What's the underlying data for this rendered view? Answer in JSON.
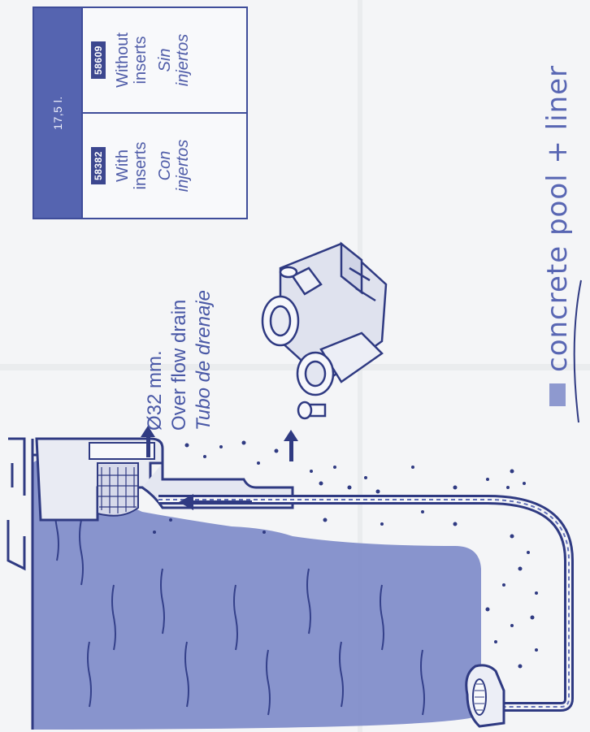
{
  "spec_table": {
    "header": "17,5 l.",
    "columns": [
      {
        "code": "58382",
        "en_line1": "With",
        "en_line2": "inserts",
        "es_line1": "Con",
        "es_line2": "injertos"
      },
      {
        "code": "58609",
        "en_line1": "Without",
        "en_line2": "inserts",
        "es_line1": "Sin",
        "es_line2": "injertos"
      }
    ]
  },
  "drain": {
    "diameter": "Ø32 mm.",
    "label_en": "Over flow drain",
    "label_es": "Tubo de drenaje"
  },
  "caption": {
    "text": "concrete pool + liner"
  },
  "colors": {
    "accent": "#4f5ca8",
    "water": "#7c89c8",
    "badge": "#3c478f"
  }
}
